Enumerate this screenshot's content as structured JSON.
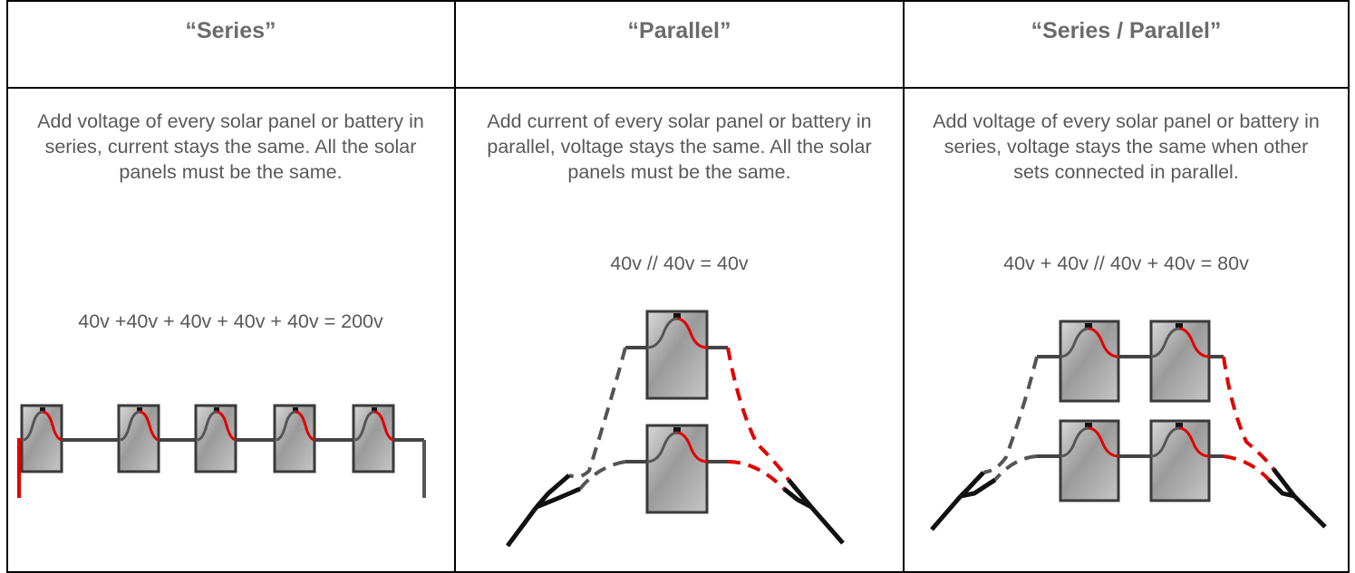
{
  "columns": [
    {
      "title": "“Series”",
      "description": "Add voltage of every solar panel or battery in series, current stays the same. All the solar panels must be the same.",
      "formula": "40v +40v + 40v + 40v + 40v = 200v"
    },
    {
      "title": "“Parallel”",
      "description": "Add current of every solar panel or battery in parallel, voltage stays the same. All the solar panels must be the same.",
      "formula": "40v // 40v = 40v"
    },
    {
      "title": "“Series / Parallel”",
      "description": "Add voltage of every solar panel or battery in series, voltage stays the same when other sets connected in parallel.",
      "formula": "40v + 40v // 40v + 40v = 80v"
    }
  ],
  "colors": {
    "positive_wire": "#e00000",
    "negative_wire": "#555555",
    "panel_frame": "#3a3a3a",
    "border": "#000000",
    "text": "#595959"
  }
}
